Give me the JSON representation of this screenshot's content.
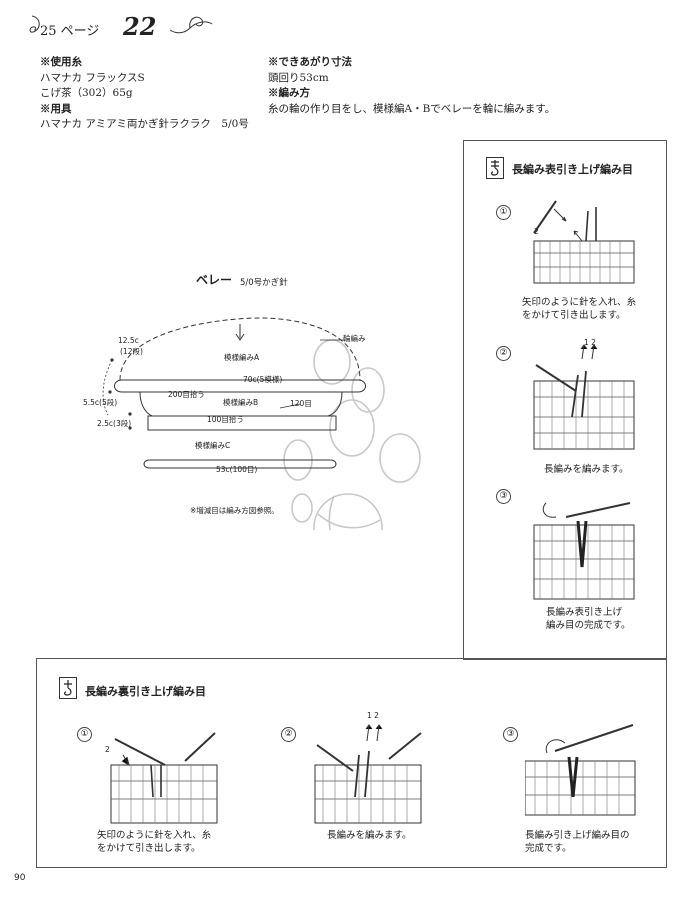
{
  "header": {
    "page_ref": "25 ページ",
    "item_no": "22"
  },
  "info_left": {
    "yarn_heading": "※使用糸",
    "yarn_name": "ハマナカ フラックスS",
    "yarn_color": "こげ茶（302）65g",
    "tools_heading": "※用具",
    "tools_value": "ハマナカ アミアミ両かぎ針ラクラク　5/0号"
  },
  "info_right": {
    "size_heading": "※できあがり寸法",
    "size_value": "頭回り53cm",
    "method_heading": "※編み方",
    "method_value": "糸の輪の作り目をし、模様編A・Bでベレーを輪に編みます。"
  },
  "diagram": {
    "title": "ベレー",
    "hook": "5/0号かぎ針",
    "edge_label": "輪編み",
    "dim_top": "12.5c",
    "dim_top_rows": "(12段)",
    "dim_mid": "5.5c(5段)",
    "dim_bottom": "2.5c(3段)",
    "pattern_a": "模様編みA",
    "width_70": "70c(5模様)",
    "pick_200": "200目拾う",
    "pattern_b": "模様編みB",
    "stitches_120": "120目",
    "pick_100": "100目拾う",
    "pattern_c": "模様編みC",
    "width_53": "53c(100目)",
    "note": "※増減目は編み方図参照。"
  },
  "box_front": {
    "title": "長編み表引き上げ編み目",
    "steps": [
      {
        "num": "①",
        "caption": "矢印のように針を入れ、糸\nをかけて引き出します。",
        "arrows": "2"
      },
      {
        "num": "②",
        "caption": "長編みを編みます。",
        "arrows": "1  2"
      },
      {
        "num": "③",
        "caption": "長編み表引き上げ\n編み目の完成です。",
        "arrows": ""
      }
    ]
  },
  "box_back": {
    "title": "長編み裏引き上げ編み目",
    "steps": [
      {
        "num": "①",
        "caption": "矢印のように針を入れ、糸\nをかけて引き出します。",
        "arrows": "2"
      },
      {
        "num": "②",
        "caption": "長編みを編みます。",
        "arrows": "1  2"
      },
      {
        "num": "③",
        "caption": "長編み引き上げ編み目の\n完成です。",
        "arrows": ""
      }
    ]
  },
  "footer": {
    "page_number": "90"
  }
}
